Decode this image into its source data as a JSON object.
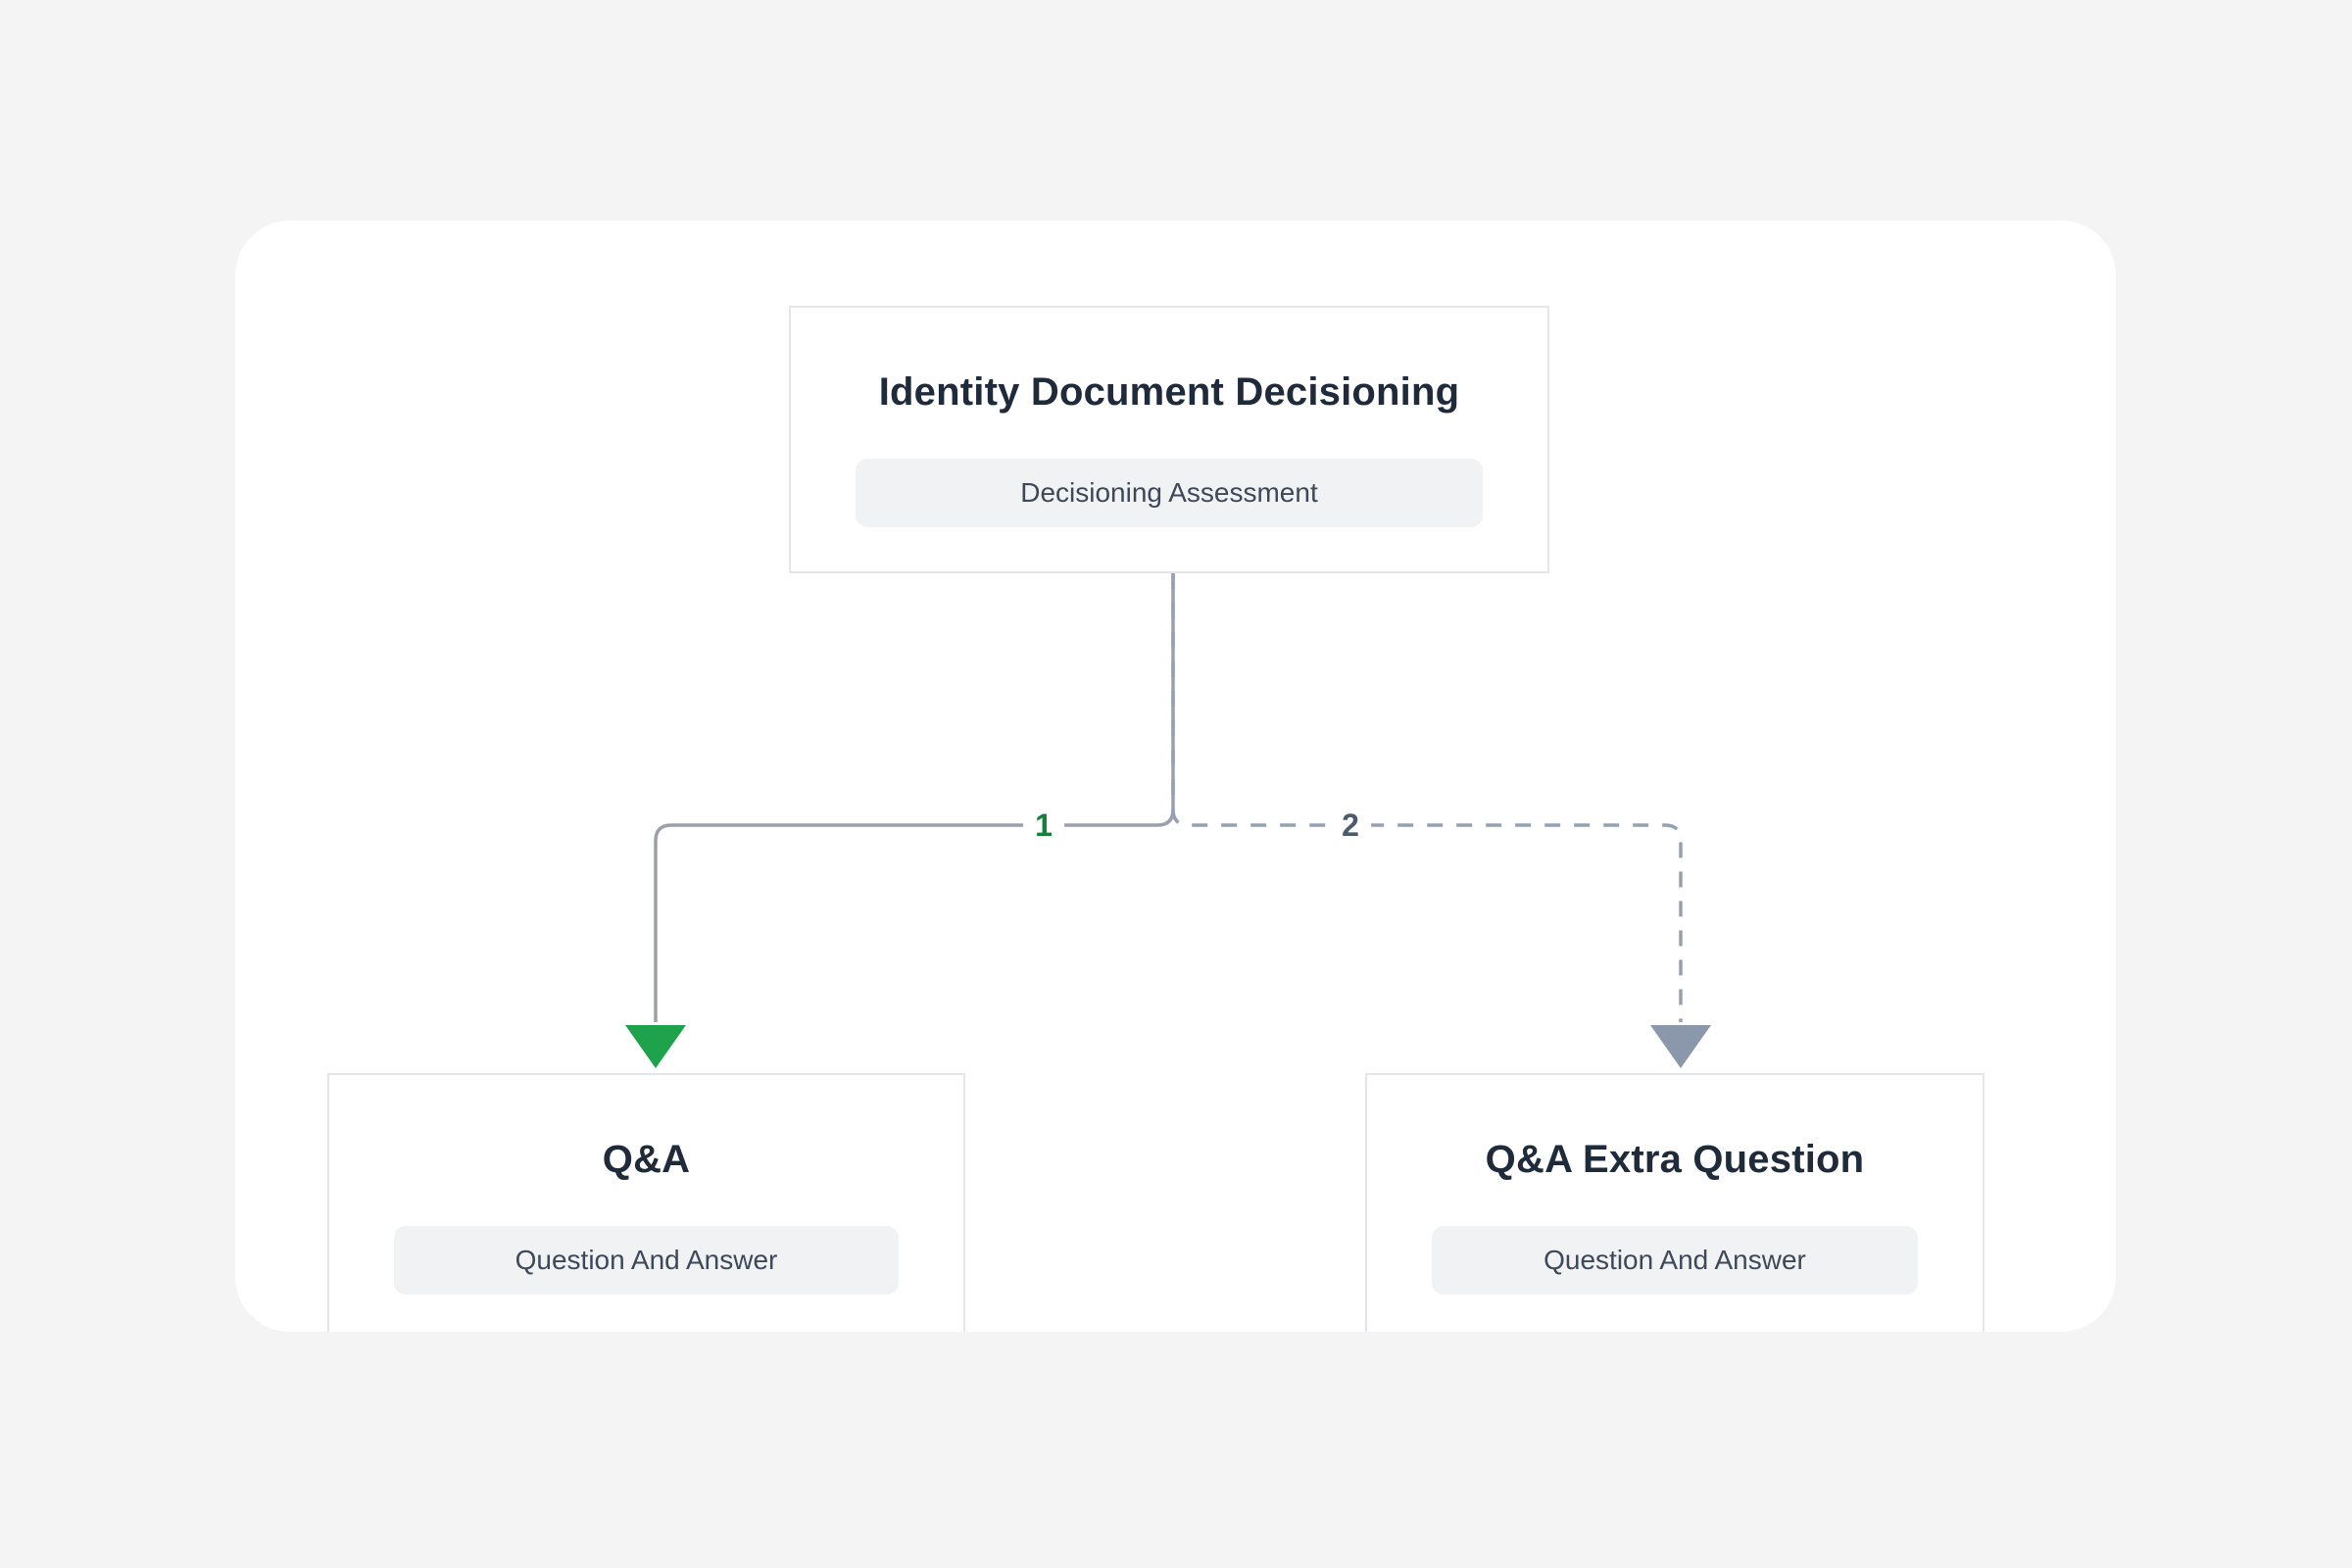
{
  "diagram": {
    "root_node": {
      "title": "Identity Document Decisioning",
      "tag": "Decisioning Assessment"
    },
    "edges": [
      {
        "label": "1",
        "style": "solid",
        "line_color": "#9aa1ab",
        "arrow_color": "#1ea24c",
        "label_color": "#15803d"
      },
      {
        "label": "2",
        "style": "dashed",
        "line_color": "#93a1b3",
        "arrow_color": "#8b98ab",
        "label_color": "#4b5a6f"
      }
    ],
    "child_nodes": [
      {
        "title": "Q&A",
        "tag": "Question And Answer"
      },
      {
        "title": "Q&A Extra Question",
        "tag": "Question And Answer"
      }
    ]
  },
  "colors": {
    "page_background": "#f4f4f5",
    "card_background": "#ffffff",
    "node_border": "#e3e6ea",
    "node_title_text": "#1f2a3a",
    "pill_background": "#f1f2f4",
    "pill_text": "#3d4859"
  }
}
